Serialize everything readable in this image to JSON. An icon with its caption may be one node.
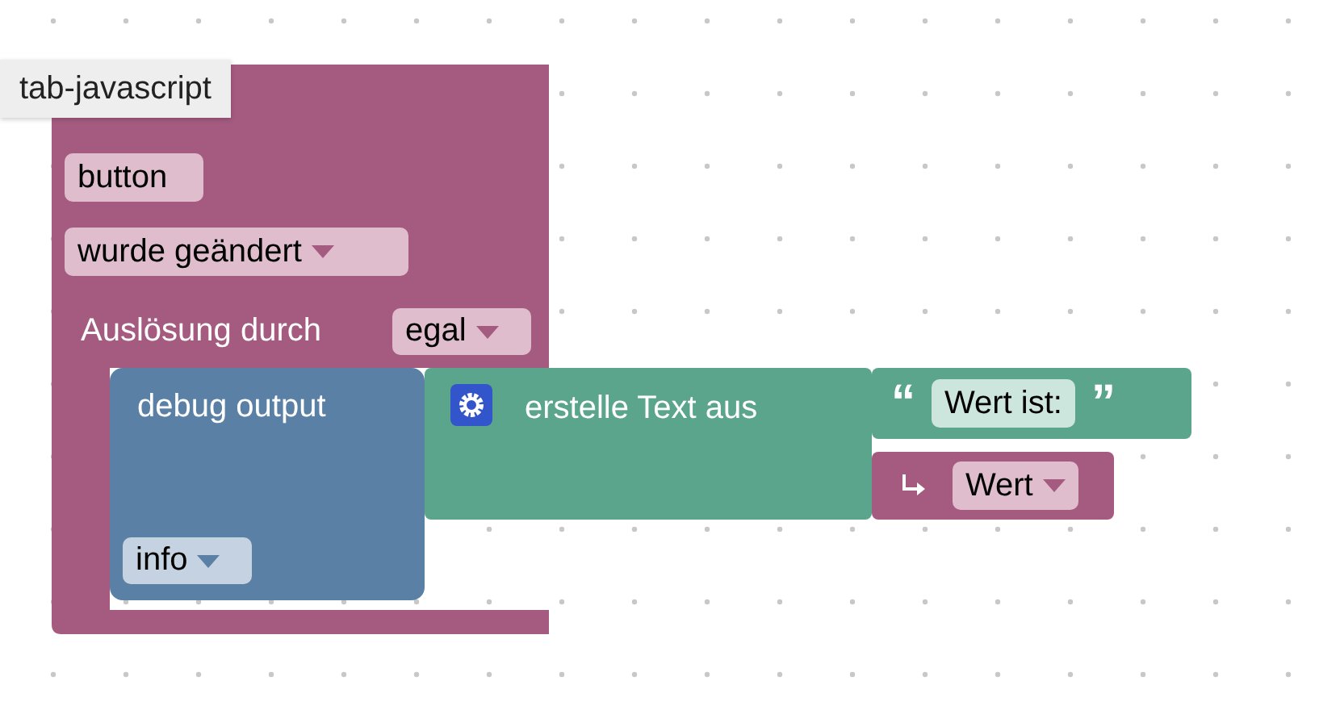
{
  "diagram": {
    "nodes": [
      {
        "text": [
          "Auslösung durch"
        ]
      },
      {
        "text": [
          "button"
        ],
        "in": 0
      },
      {
        "text": [
          "wurde geändert"
        ],
        "in": 0
      },
      {
        "text": [
          "egal"
        ],
        "in": 0
      },
      {
        "text": [
          "debug output"
        ],
        "in": 0
      },
      {
        "text": [
          "info"
        ],
        "in": 4
      },
      {
        "text": [
          "erstelle Text aus"
        ]
      },
      {
        "text": [
          "“",
          "Wert ist:",
          "”"
        ]
      },
      {
        "text": [
          "Wert"
        ]
      }
    ],
    "labels": [
      "tab-javascript"
    ]
  }
}
